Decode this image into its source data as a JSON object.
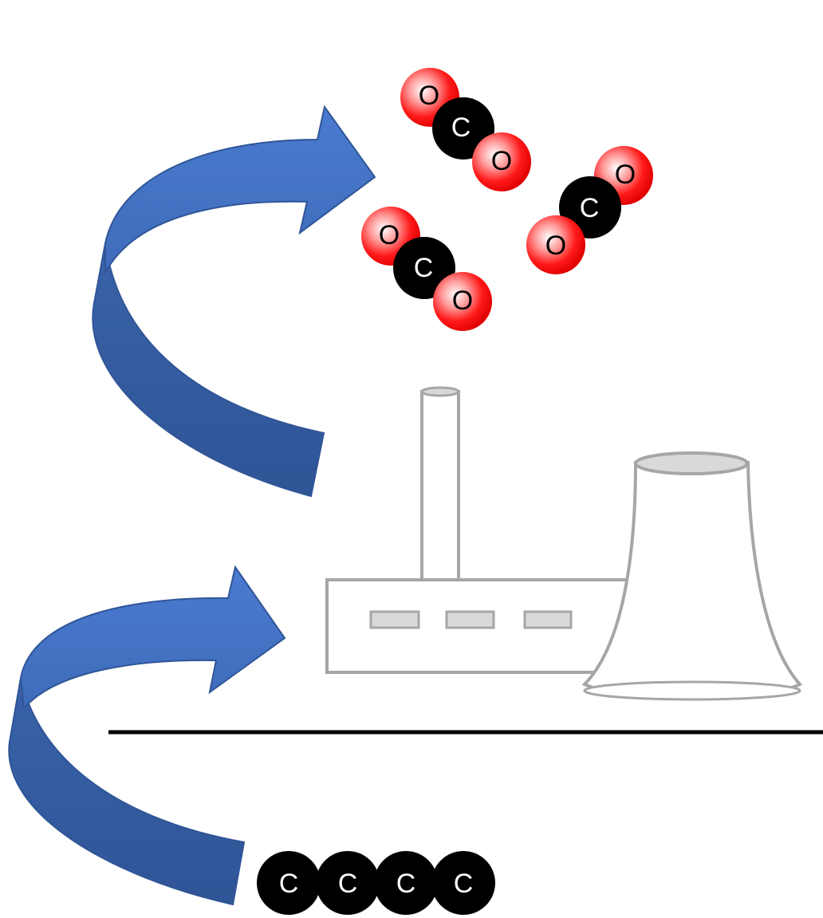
{
  "carbon_label": "C",
  "oxygen_label": "O",
  "colors": {
    "arrow_light": "#4472c4",
    "arrow_dark": "#2f5597",
    "carbon_atom": "#000000",
    "oxygen_atom": "#ff0000",
    "plant_outline": "#a6a6a6",
    "plant_fill": "#d9d9d9",
    "ground_line": "#000000"
  },
  "co2_molecules": [
    {
      "name": "co2-molecule-1",
      "atoms": [
        "O",
        "C",
        "O"
      ]
    },
    {
      "name": "co2-molecule-2",
      "atoms": [
        "O",
        "C",
        "O"
      ]
    },
    {
      "name": "co2-molecule-3",
      "atoms": [
        "O",
        "C",
        "O"
      ]
    }
  ],
  "underground_carbon": [
    "C",
    "C",
    "C",
    "C"
  ]
}
